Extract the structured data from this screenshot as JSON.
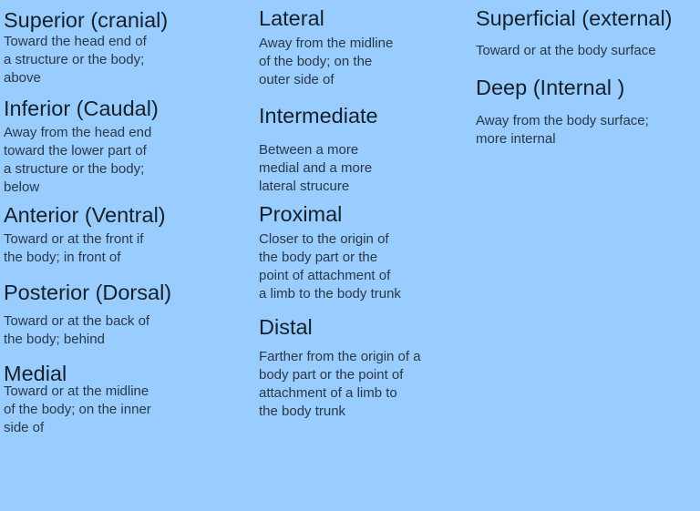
{
  "terms": [
    {
      "term": "Superior (cranial)",
      "definition": "Toward the head end of\na structure or the body;\nabove"
    },
    {
      "term": "Inferior (Caudal)",
      "definition": "Away from the head end\ntoward the lower part of\na structure or the body;\nbelow"
    },
    {
      "term": "Anterior (Ventral)",
      "definition": "Toward or at the front if\nthe body; in front of"
    },
    {
      "term": "Posterior (Dorsal)",
      "definition": "Toward or at the back of\nthe body; behind"
    },
    {
      "term": "Medial",
      "definition": "Toward or at the midline\nof the body; on the inner\nside of"
    },
    {
      "term": "Lateral",
      "definition": "Away from the midline\nof the body; on the\nouter side of"
    },
    {
      "term": "Intermediate",
      "definition": "Between a more\nmedial and a more\nlateral strucure"
    },
    {
      "term": "Proximal",
      "definition": "Closer to the origin of\nthe body part or the\npoint of attachment of\na limb to the body trunk"
    },
    {
      "term": "Distal",
      "definition": "Farther from the origin of a\nbody part or the point of\nattachment of a limb to\nthe body trunk"
    },
    {
      "term": "Superficial (external)",
      "definition": "Toward or at the body surface"
    },
    {
      "term": "Deep (Internal )",
      "definition": "Away from the body surface;\nmore internal"
    }
  ]
}
